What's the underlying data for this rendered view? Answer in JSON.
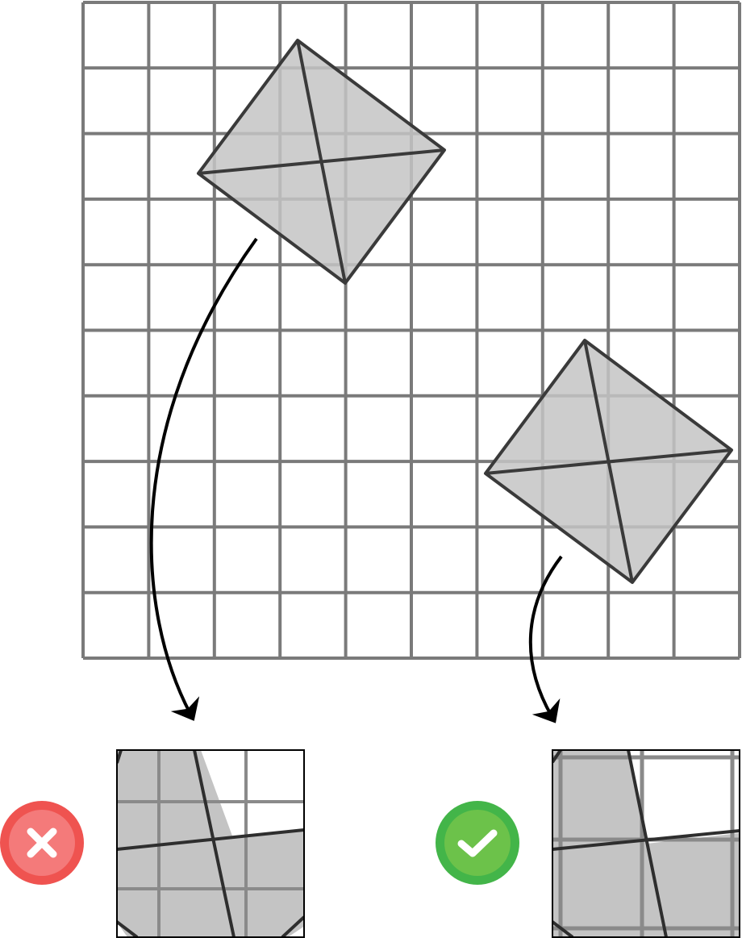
{
  "figure": {
    "grid": {
      "columns": 10,
      "rows": 10
    },
    "kite_shapes": [
      {
        "id": "original-kite"
      },
      {
        "id": "transformed-kite"
      }
    ],
    "arrows": [
      {
        "id": "arrow-to-incorrect-zoom"
      },
      {
        "id": "arrow-to-correct-zoom"
      }
    ],
    "zoom_panels": [
      {
        "id": "incorrect",
        "status_icon": "cross-icon",
        "status_color": "#ef5350"
      },
      {
        "id": "correct",
        "status_icon": "check-icon",
        "status_color": "#43b549"
      }
    ],
    "colors": {
      "grid_line": "#7a7a7a",
      "shape_fill": "#c4c4c4",
      "shape_stroke": "#3a3a3a",
      "arrow": "#000000",
      "incorrect": "#ef5350",
      "correct": "#43b549"
    }
  }
}
